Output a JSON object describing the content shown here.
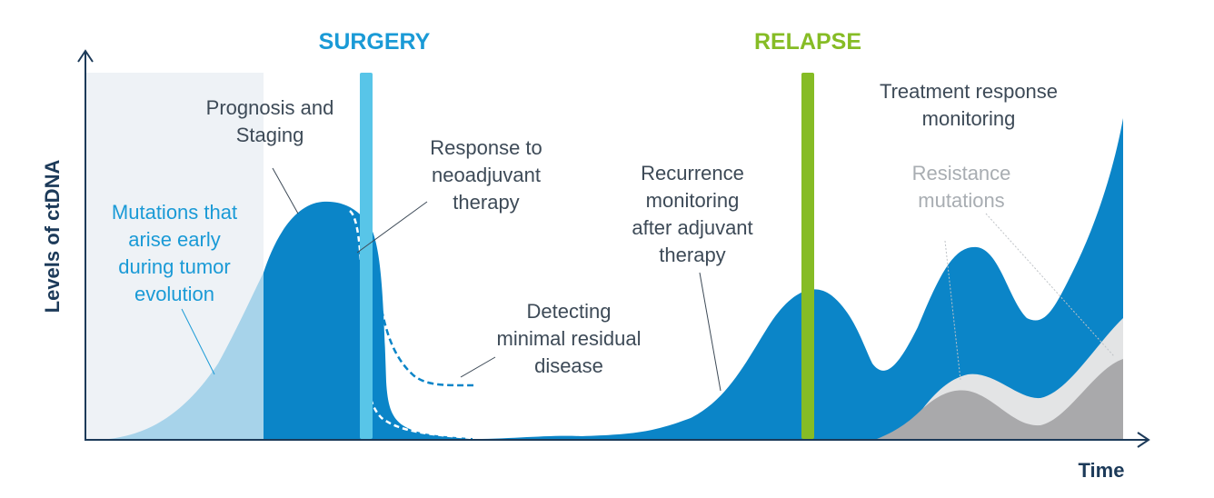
{
  "axes": {
    "y_label": "Levels of ctDNA",
    "x_label": "Time"
  },
  "markers": {
    "surgery": "SURGERY",
    "relapse": "RELAPSE"
  },
  "annotations": {
    "early_mutations": [
      "Mutations that",
      "arise early",
      "during tumor",
      "evolution"
    ],
    "prognosis": [
      "Prognosis and",
      "Staging"
    ],
    "neoadjuvant": [
      "Response to",
      "neoadjuvant",
      "therapy"
    ],
    "mrd": [
      "Detecting",
      "minimal residual",
      "disease"
    ],
    "recurrence": [
      "Recurrence",
      "monitoring",
      "after adjuvant",
      "therapy"
    ],
    "treatment_response": [
      "Treatment response",
      "monitoring"
    ],
    "resistance": [
      "Resistance",
      "mutations"
    ]
  },
  "colors": {
    "dark_blue": "#0b85c8",
    "light_blue": "#a7d3ea",
    "surgery_bar": "#58c5e8",
    "relapse_bar": "#86bc25",
    "surgery_text": "#1a9ad6",
    "relapse_text": "#86bc25",
    "grey_area": "#a9a9ab",
    "light_grey_area": "#e3e4e5",
    "axis": "#1c3a59",
    "shaded_region": "#eef2f6"
  }
}
